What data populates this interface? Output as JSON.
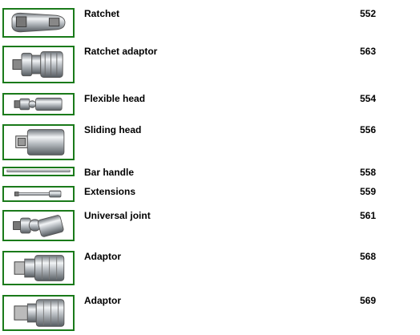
{
  "tools": [
    {
      "name": "Ratchet",
      "code": "552",
      "icon": "ratchet-icon"
    },
    {
      "name": "Ratchet adaptor",
      "code": "563",
      "icon": "ratchet-adaptor-icon"
    },
    {
      "name": "Flexible head",
      "code": "554",
      "icon": "flexible-head-icon"
    },
    {
      "name": "Sliding head",
      "code": "556",
      "icon": "sliding-head-icon"
    },
    {
      "name": "Bar handle",
      "code": "558",
      "icon": "bar-handle-icon"
    },
    {
      "name": "Extensions",
      "code": "559",
      "icon": "extensions-icon"
    },
    {
      "name": "Universal joint",
      "code": "561",
      "icon": "universal-joint-icon"
    },
    {
      "name": "Adaptor",
      "code": "568",
      "icon": "adaptor-icon"
    },
    {
      "name": "Adaptor",
      "code": "569",
      "icon": "adaptor-icon"
    }
  ],
  "colors": {
    "thumbnail_border": "#1a7a1a",
    "metal": "#9aa0a6"
  }
}
